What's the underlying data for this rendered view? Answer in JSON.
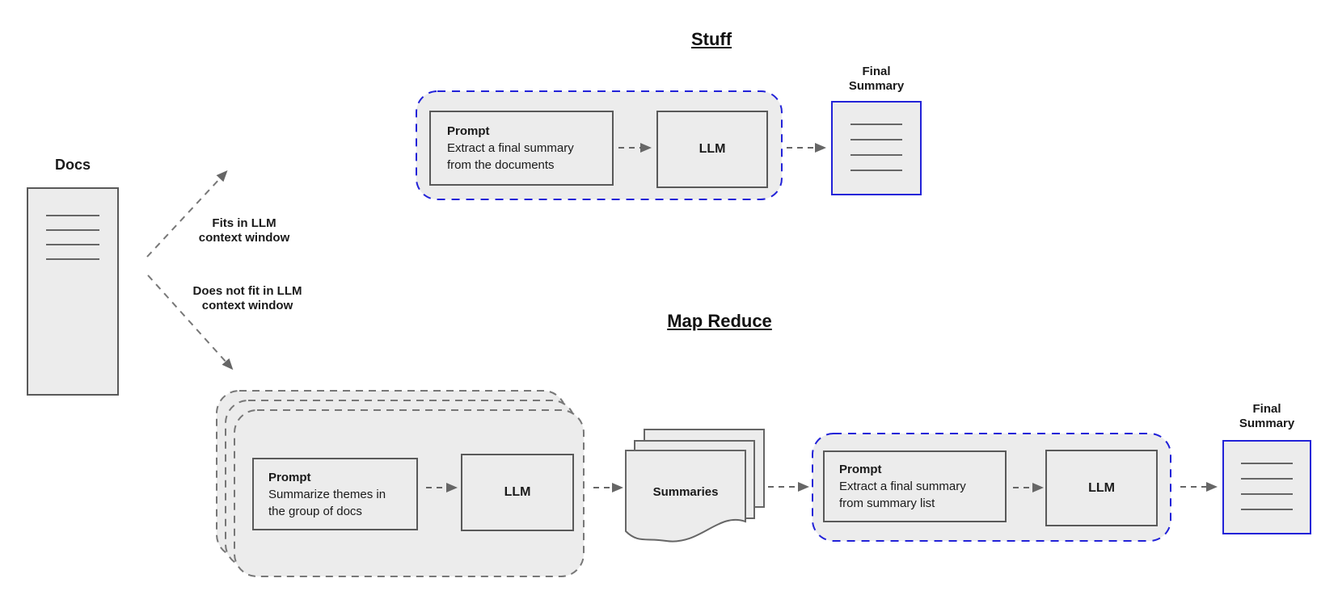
{
  "docs": {
    "label": "Docs"
  },
  "branches": {
    "fits": "Fits in LLM\ncontext window",
    "no_fit": "Does not fit in LLM\ncontext window"
  },
  "stuff": {
    "title": "Stuff",
    "prompt": {
      "heading": "Prompt",
      "body": "Extract a final summary\nfrom the documents"
    },
    "llm": "LLM",
    "final_summary": "Final\nSummary"
  },
  "map_reduce": {
    "title": "Map Reduce",
    "map_prompt": {
      "heading": "Prompt",
      "body": "Summarize themes in\nthe group of docs"
    },
    "map_llm": "LLM",
    "summaries": "Summaries",
    "reduce_prompt": {
      "heading": "Prompt",
      "body": "Extract a final summary\nfrom summary list"
    },
    "reduce_llm": "LLM",
    "final_summary": "Final\nSummary"
  },
  "colors": {
    "accent_blue": "#2222d8",
    "node_fill": "#ececec",
    "node_border": "#595959",
    "group_dash_gray": "#777777",
    "arrow_gray": "#666666"
  }
}
